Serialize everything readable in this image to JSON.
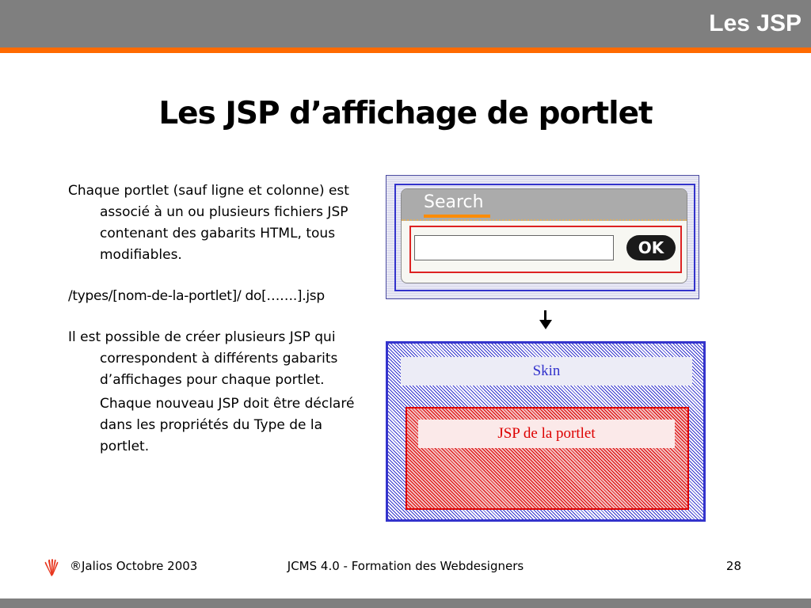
{
  "header": {
    "section_title": "Les JSP"
  },
  "slide": {
    "title": "Les JSP d’affichage de portlet"
  },
  "content": {
    "paragraphs": [
      "Chaque portlet (sauf ligne et colonne) est associé à un ou plusieurs fichiers JSP contenant des gabarits HTML, tous modifiables.",
      "/types/[nom-de-la-portlet]/ do[…….].jsp",
      "Il est possible de créer plusieurs JSP qui correspondent à différents gabarits d’affichages pour chaque portlet."
    ],
    "subparagraph": "Chaque nouveau JSP doit être déclaré dans les propriétés du Type de la portlet."
  },
  "screenshot": {
    "search_label": "Search",
    "ok_button_label": "OK",
    "input_value": ""
  },
  "diagram": {
    "skin_label": "Skin",
    "jsp_label": "JSP de la portlet"
  },
  "footer": {
    "copyright": "®Jalios Octobre 2003",
    "course": "JCMS 4.0 - Formation des Webdesigners",
    "page_number": "28",
    "logo_icon": "jalios-logo-icon"
  },
  "colors": {
    "accent": "#ff6a00",
    "bar_gray": "#7f7f7f",
    "diagram_blue": "#3333cc",
    "diagram_red": "#dd0000"
  }
}
